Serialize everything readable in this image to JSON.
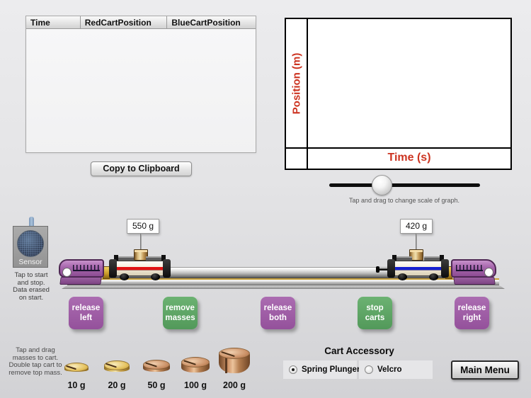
{
  "table": {
    "columns": [
      "Time",
      "RedCartPosition",
      "BlueCartPosition"
    ],
    "rows": []
  },
  "clipboard_button_label": "Copy to Clipboard",
  "graph": {
    "y_axis_label": "Position (m)",
    "x_axis_label": "Time (s)",
    "slider_caption": "Tap and drag to change scale of graph."
  },
  "sensor": {
    "label": "Sensor",
    "caption_lines": [
      "Tap to start",
      "and stop.",
      "Data erased",
      "on start."
    ]
  },
  "track": {
    "left_cart": {
      "color_name": "red",
      "stripe_color": "#e01212",
      "mass_tag": "550 g"
    },
    "right_cart": {
      "color_name": "blue",
      "stripe_color": "#1620d0",
      "mass_tag": "420 g"
    }
  },
  "buttons": [
    {
      "line1": "release",
      "line2": "left",
      "color": "#9e5ba4"
    },
    {
      "line1": "remove",
      "line2": "masses",
      "color": "#5fa763"
    },
    {
      "line1": "release",
      "line2": "both",
      "color": "#9e5ba4"
    },
    {
      "line1": "stop",
      "line2": "carts",
      "color": "#5fa763"
    },
    {
      "line1": "release",
      "line2": "right",
      "color": "#9e5ba4"
    }
  ],
  "masses": {
    "caption_lines": [
      "Tap and drag",
      "masses to cart.",
      "Double tap cart to",
      "remove top mass."
    ],
    "items": [
      {
        "label": "10 g",
        "material": "gold"
      },
      {
        "label": "20 g",
        "material": "gold"
      },
      {
        "label": "50 g",
        "material": "copper"
      },
      {
        "label": "100 g",
        "material": "copper"
      },
      {
        "label": "200 g",
        "material": "copper"
      }
    ]
  },
  "accessory": {
    "title": "Cart Accessory",
    "options": [
      {
        "label": "Spring Plunger",
        "selected": true
      },
      {
        "label": "Velcro",
        "selected": false
      }
    ],
    "main_menu_label": "Main Menu"
  },
  "colors": {
    "axis_label_color": "#cc3320",
    "button_purple": "#9e5ba4",
    "button_green": "#5fa763",
    "endstop_purple": "#a868ae",
    "track_gold": "#c9a23c"
  }
}
